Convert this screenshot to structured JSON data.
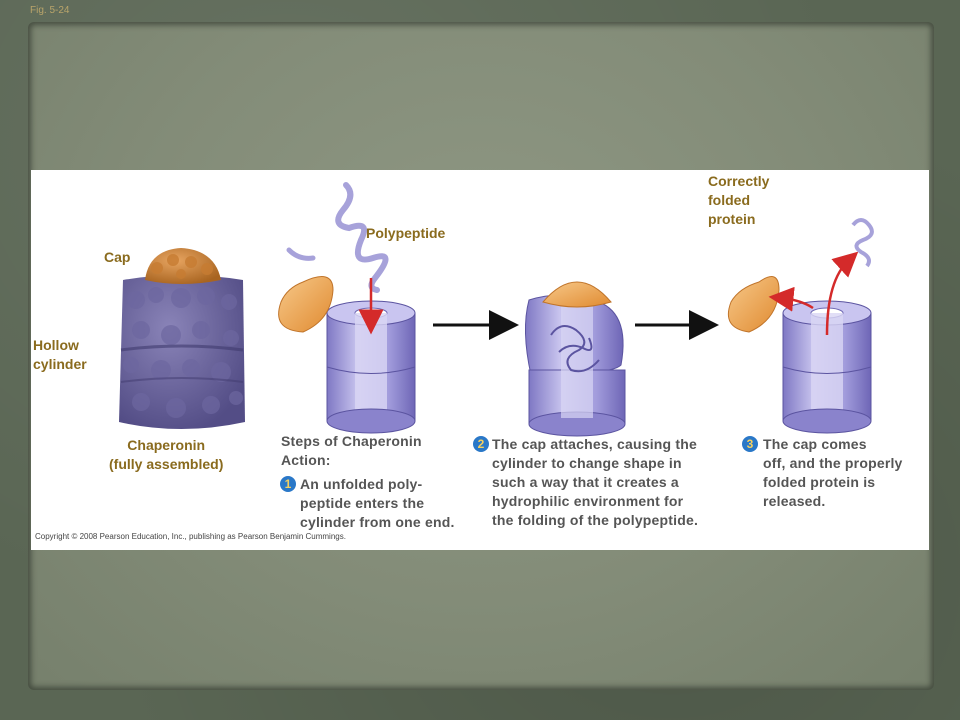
{
  "fig_label": "Fig. 5-24",
  "labels": {
    "cap": "Cap",
    "hollow_cylinder": "Hollow\ncylinder",
    "chaperonin": "Chaperonin\n(fully assembled)",
    "polypeptide": "Polypeptide",
    "correctly_folded": "Correctly\nfolded\nprotein",
    "steps_title": "Steps of Chaperonin\nAction:"
  },
  "steps": [
    {
      "number": "1",
      "text": "An unfolded poly-\npeptide enters the\ncylinder from one end."
    },
    {
      "number": "2",
      "text": "The cap attaches, causing the\ncylinder to change shape in\nsuch a way that it creates a\nhydrophilic environment for\nthe folding of the polypeptide."
    },
    {
      "number": "3",
      "text": "The cap comes\noff, and the properly\nfolded protein is\nreleased."
    }
  ],
  "copyright": "Copyright © 2008 Pearson Education, Inc., publishing as Pearson Benjamin Cummings.",
  "colors": {
    "label": "#8a6b1e",
    "step_text": "#555555",
    "cylinder": "#9e98d8",
    "cap": "#f0a850",
    "arrow_red": "#d42a2a",
    "number_badge": "#2a78c8"
  }
}
